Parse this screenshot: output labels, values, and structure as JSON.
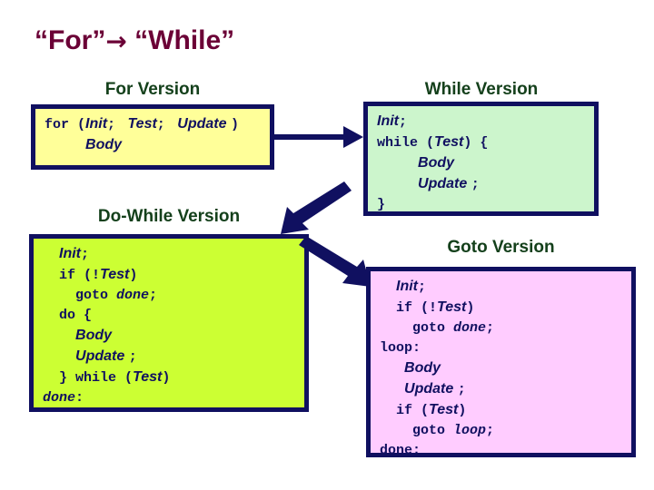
{
  "slide": {
    "title_left": "“For”",
    "title_arrow": "→",
    "title_right": "“While”",
    "title_full": "“For”→ “While”",
    "background": "#ffffff"
  },
  "colors": {
    "title": "#6b0036",
    "heading": "#14401b",
    "border": "#101060",
    "code_text": "#101060",
    "for_box_bg": "#ffff99",
    "while_box_bg": "#ccf5cc",
    "dowhile_box_bg": "#ccff33",
    "goto_box_bg": "#ffccff",
    "arrow": "#101060"
  },
  "sections": {
    "for": {
      "heading": "For Version",
      "lines": [
        [
          {
            "t": "for ",
            "s": "kw"
          },
          {
            "t": "(",
            "s": "kw"
          },
          {
            "t": "Init",
            "s": "ph"
          },
          {
            "t": "; ",
            "s": "kw"
          },
          {
            "t": " Test",
            "s": "ph"
          },
          {
            "t": "; ",
            "s": "kw"
          },
          {
            "t": " Update ",
            "s": "ph"
          },
          {
            "t": ")",
            "s": "kw"
          }
        ],
        [
          {
            "t": "     ",
            "s": "kw"
          },
          {
            "t": "Body",
            "s": "ph"
          }
        ]
      ]
    },
    "while": {
      "heading": "While Version",
      "lines": [
        [
          {
            "t": "Init",
            "s": "ph"
          },
          {
            "t": ";",
            "s": "kw"
          }
        ],
        [
          {
            "t": "while ",
            "s": "kw"
          },
          {
            "t": "(",
            "s": "kw"
          },
          {
            "t": "Test",
            "s": "ph"
          },
          {
            "t": ") {",
            "s": "kw"
          }
        ],
        [
          {
            "t": "     ",
            "s": "kw"
          },
          {
            "t": "Body",
            "s": "ph"
          }
        ],
        [
          {
            "t": "     ",
            "s": "kw"
          },
          {
            "t": "Update ",
            "s": "ph"
          },
          {
            "t": ";",
            "s": "kw"
          }
        ],
        [
          {
            "t": "}",
            "s": "kw"
          }
        ]
      ]
    },
    "dowhile": {
      "heading": "Do-While Version",
      "lines": [
        [
          {
            "t": "  ",
            "s": "kw"
          },
          {
            "t": "Init",
            "s": "ph"
          },
          {
            "t": ";",
            "s": "kw"
          }
        ],
        [
          {
            "t": "  if ",
            "s": "kw"
          },
          {
            "t": "(!",
            "s": "kw"
          },
          {
            "t": "Test",
            "s": "ph"
          },
          {
            "t": ")",
            "s": "kw"
          }
        ],
        [
          {
            "t": "    goto ",
            "s": "kw"
          },
          {
            "t": "done",
            "s": "phm"
          },
          {
            "t": ";",
            "s": "kw"
          }
        ],
        [
          {
            "t": "  do {",
            "s": "kw"
          }
        ],
        [
          {
            "t": "    ",
            "s": "kw"
          },
          {
            "t": "Body",
            "s": "ph"
          }
        ],
        [
          {
            "t": "    ",
            "s": "kw"
          },
          {
            "t": "Update ",
            "s": "ph"
          },
          {
            "t": ";",
            "s": "kw"
          }
        ],
        [
          {
            "t": "  } while ",
            "s": "kw"
          },
          {
            "t": "(",
            "s": "kw"
          },
          {
            "t": "Test",
            "s": "ph"
          },
          {
            "t": ")",
            "s": "kw"
          }
        ],
        [
          {
            "t": "done",
            "s": "phm"
          },
          {
            "t": ":",
            "s": "kw"
          }
        ]
      ]
    },
    "goto": {
      "heading": "Goto Version",
      "lines": [
        [
          {
            "t": "  ",
            "s": "kw"
          },
          {
            "t": "Init",
            "s": "ph"
          },
          {
            "t": ";",
            "s": "kw"
          }
        ],
        [
          {
            "t": "  if ",
            "s": "kw"
          },
          {
            "t": "(!",
            "s": "kw"
          },
          {
            "t": "Test",
            "s": "ph"
          },
          {
            "t": ")",
            "s": "kw"
          }
        ],
        [
          {
            "t": "    goto ",
            "s": "kw"
          },
          {
            "t": "done",
            "s": "phm"
          },
          {
            "t": ";",
            "s": "kw"
          }
        ],
        [
          {
            "t": "loop:",
            "s": "kw"
          }
        ],
        [
          {
            "t": "   ",
            "s": "kw"
          },
          {
            "t": "Body",
            "s": "ph"
          }
        ],
        [
          {
            "t": "   ",
            "s": "kw"
          },
          {
            "t": "Update ",
            "s": "ph"
          },
          {
            "t": ";",
            "s": "kw"
          }
        ],
        [
          {
            "t": "  if ",
            "s": "kw"
          },
          {
            "t": "(",
            "s": "kw"
          },
          {
            "t": "Test",
            "s": "ph"
          },
          {
            "t": ")",
            "s": "kw"
          }
        ],
        [
          {
            "t": "    goto ",
            "s": "kw"
          },
          {
            "t": "loop",
            "s": "phm"
          },
          {
            "t": ";",
            "s": "kw"
          }
        ],
        [
          {
            "t": "done:",
            "s": "kw"
          }
        ]
      ]
    }
  },
  "arrows": [
    {
      "name": "for-to-while",
      "direction": "right"
    },
    {
      "name": "while-to-dowhile",
      "direction": "down-left"
    },
    {
      "name": "dowhile-to-goto",
      "direction": "down-right"
    }
  ]
}
